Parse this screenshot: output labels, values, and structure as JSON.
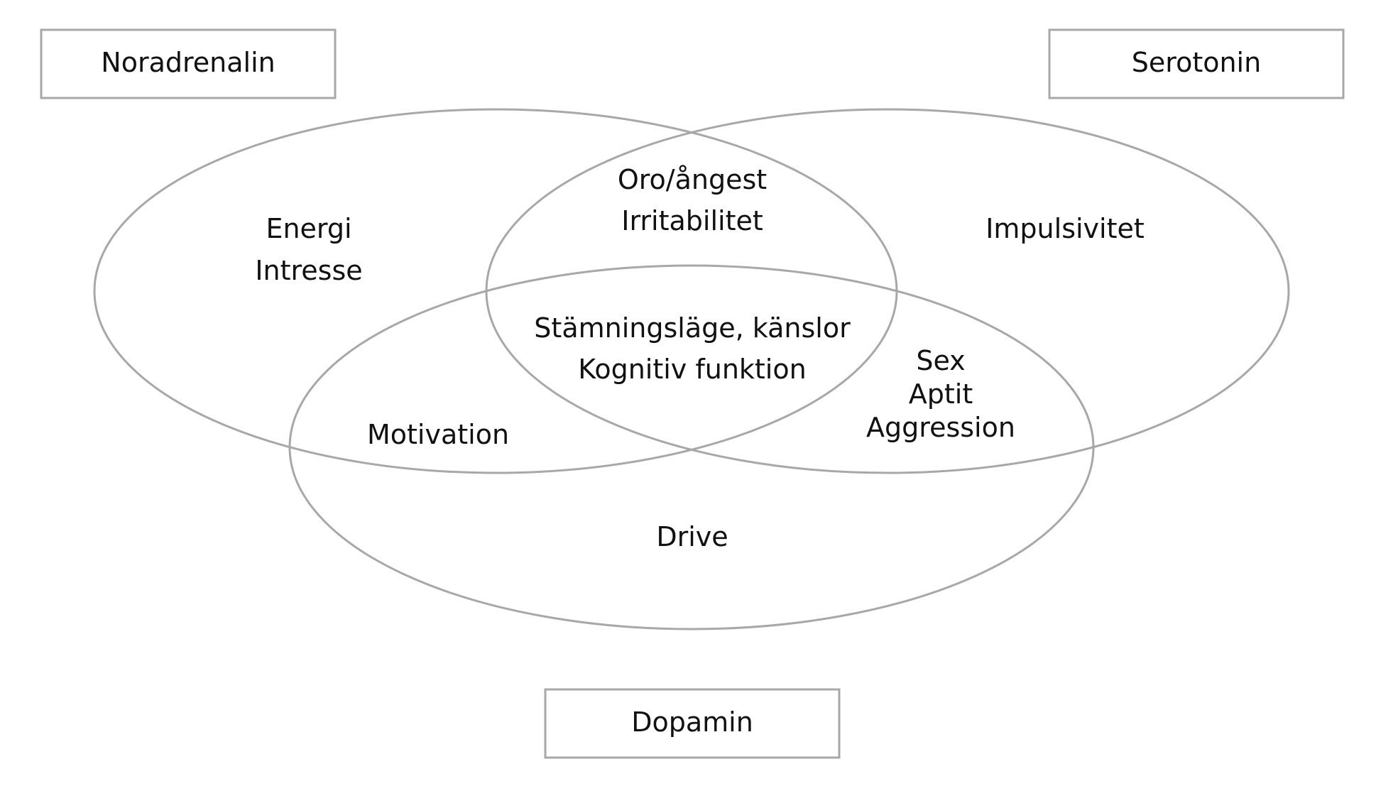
{
  "diagram": {
    "sets": {
      "noradrenalin": {
        "label": "Noradrenalin"
      },
      "serotonin": {
        "label": "Serotonin"
      },
      "dopamin": {
        "label": "Dopamin"
      }
    },
    "regions": {
      "noradrenalin_only": [
        "Energi",
        "Intresse"
      ],
      "noradrenalin_serotonin": [
        "Oro/ångest",
        "Irritabilitet"
      ],
      "serotonin_only": [
        "Impulsivitet"
      ],
      "all_three": [
        "Stämningsläge, känslor",
        "Kognitiv funktion"
      ],
      "noradrenalin_dopamin": [
        "Motivation"
      ],
      "serotonin_dopamin": [
        "Sex",
        "Aptit",
        "Aggression"
      ],
      "dopamin_only": [
        "Drive"
      ]
    },
    "colors": {
      "outline": "#a8a8a8",
      "text": "#111111",
      "background": "#ffffff"
    }
  }
}
